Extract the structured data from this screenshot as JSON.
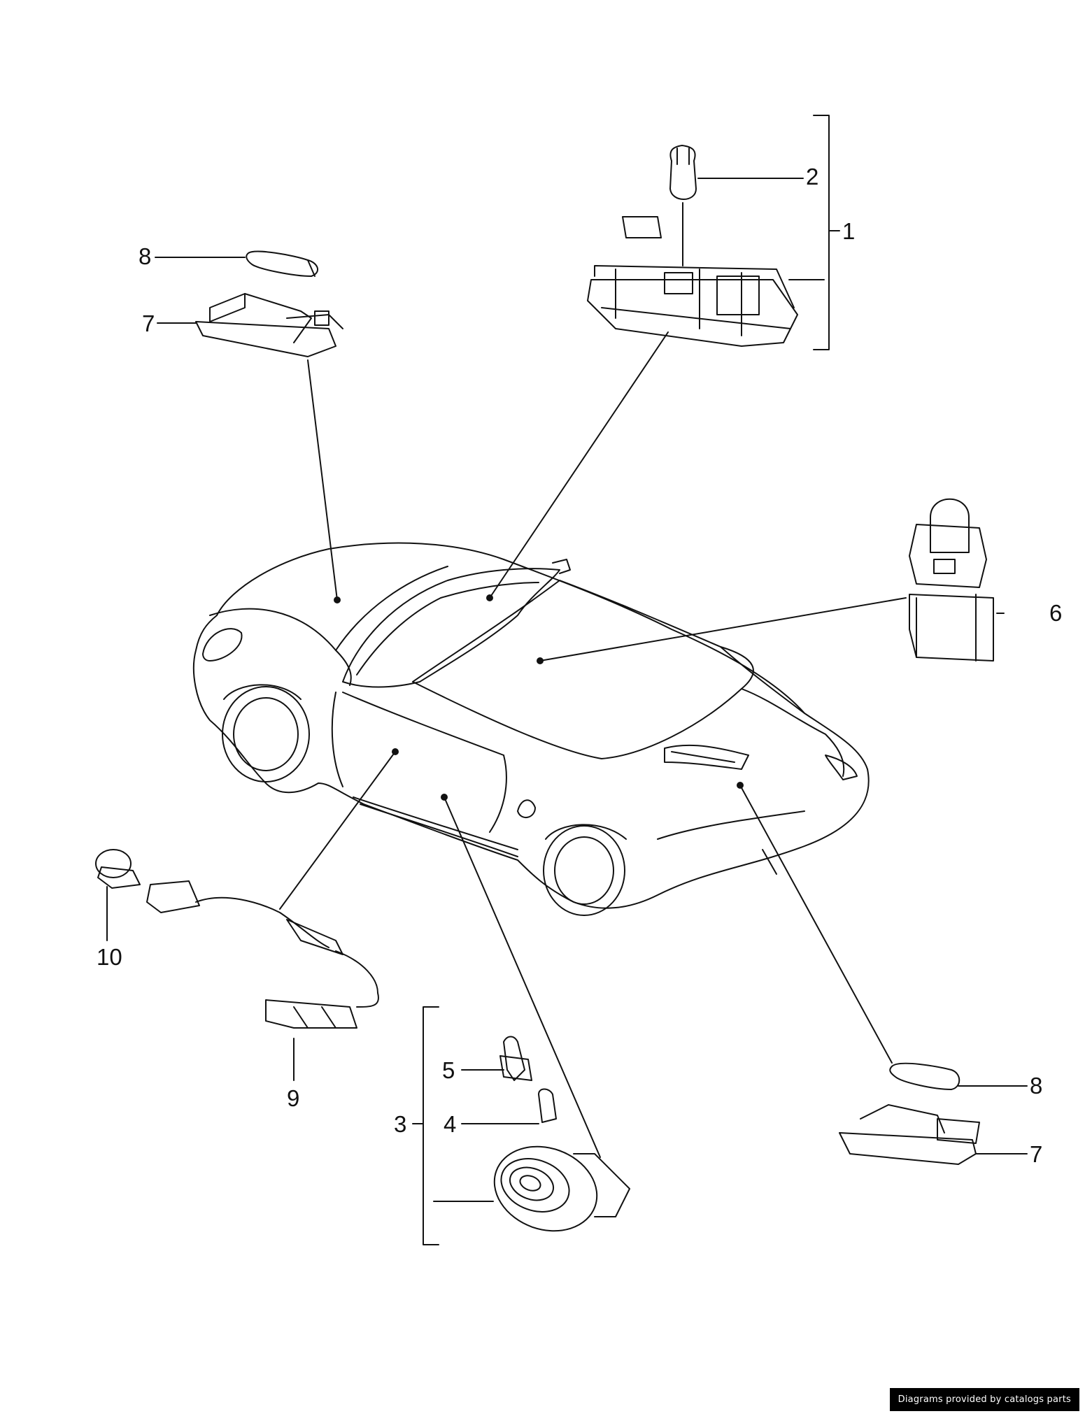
{
  "callouts": {
    "c1": "1",
    "c2": "2",
    "c3": "3",
    "c4": "4",
    "c5": "5",
    "c6": "6",
    "c7a": "7",
    "c7b": "7",
    "c8a": "8",
    "c8b": "8",
    "c9": "9",
    "c10": "10"
  },
  "credit": "Diagrams provided by catalogs parts"
}
